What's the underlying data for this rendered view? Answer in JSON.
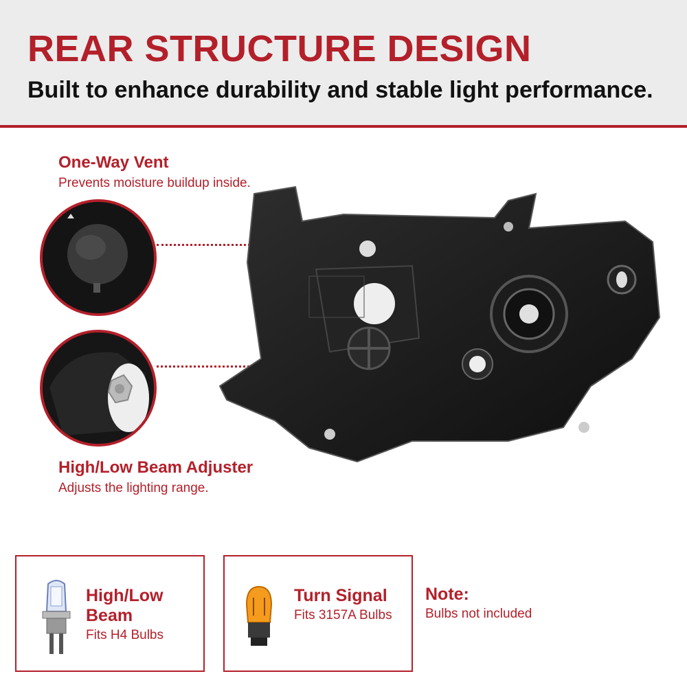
{
  "header": {
    "title": "REAR STRUCTURE DESIGN",
    "subtitle": "Built to enhance durability and stable light performance."
  },
  "callouts": {
    "vent": {
      "title": "One-Way Vent",
      "desc": "Prevents moisture buildup inside."
    },
    "adjuster": {
      "title": "High/Low Beam Adjuster",
      "desc": "Adjusts the lighting range."
    }
  },
  "bulbs": {
    "beam": {
      "title": "High/Low Beam",
      "desc": "Fits H4 Bulbs"
    },
    "turn": {
      "title": "Turn Signal",
      "desc": "Fits 3157A Bulbs"
    },
    "note": {
      "title": "Note:",
      "desc": "Bulbs not included"
    }
  },
  "colors": {
    "accent": "#b3202a",
    "header_bg": "#ececec",
    "housing": "#1a1a1a"
  }
}
